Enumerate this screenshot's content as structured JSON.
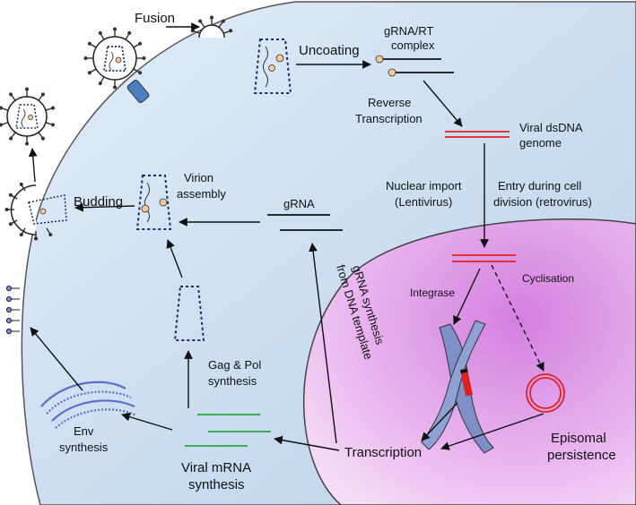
{
  "labels": {
    "fusion": "Fusion",
    "uncoating": "Uncoating",
    "grna_rt_complex": [
      "gRNA/RT",
      "complex"
    ],
    "reverse_transcription": [
      "Reverse",
      "Transcription"
    ],
    "viral_dsdna_genome": [
      "Viral dsDNA",
      "genome"
    ],
    "nuclear_import": [
      "Nuclear import",
      "(Lentivirus)"
    ],
    "entry_during_division": [
      "Entry during cell",
      "division (retrovirus)"
    ],
    "virion_assembly": [
      "Virion",
      "assembly"
    ],
    "budding": "Budding",
    "grna": "gRNA",
    "grna_synthesis": [
      "gRNA synthesis",
      "from DNA template"
    ],
    "integrase": "Integrase",
    "cyclisation": "Cyclisation",
    "gag_pol_synthesis": [
      "Gag & Pol",
      "synthesis"
    ],
    "env_synthesis": [
      "Env",
      "synthesis"
    ],
    "viral_mrna_synthesis": [
      "Viral mRNA",
      "synthesis"
    ],
    "transcription": "Transcription",
    "episomal_persistence": [
      "Episomal",
      "persistence"
    ]
  },
  "colors": {
    "cytoplasm": "#cfe0f0",
    "cytoplasm_edge": "#555555",
    "nucleus": "#e3a6e9",
    "dsdna": "#e02020",
    "mrna": "#2aa640",
    "capsid": "#1a2a6a",
    "rt_enzyme": "#f2c99a",
    "chromosome": "#7d8fc6",
    "receptor": "#4a7fc1",
    "er": "#6a7fd0"
  }
}
